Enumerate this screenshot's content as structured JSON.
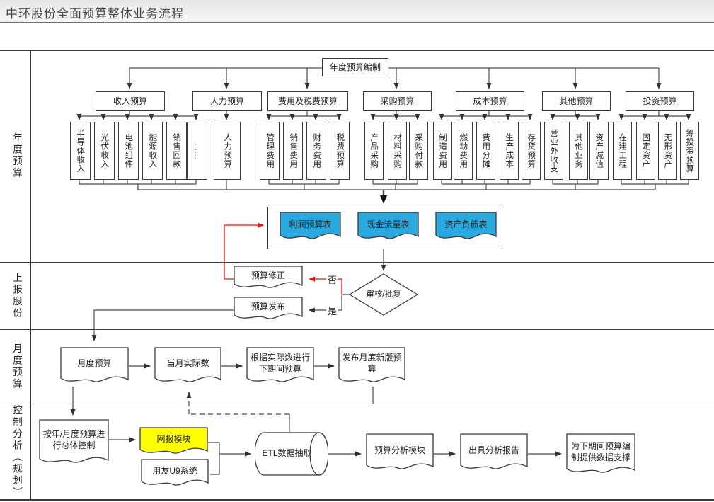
{
  "title": "中环股份全面预算整体业务流程",
  "colors": {
    "statement_blue": "#29a9e0",
    "highlight_yellow": "#ffff00",
    "feedback_red": "#ee1208",
    "line_dark": "#4a4a4a"
  },
  "lanes": [
    {
      "label": "年度预算"
    },
    {
      "label": "上报股份"
    },
    {
      "label": "月度预算"
    },
    {
      "label": "控制分析（规划）"
    }
  ],
  "annual": {
    "root": "年度预算编制",
    "groups": [
      {
        "label": "收入预算",
        "items": [
          "半导体收入",
          "光伏收入",
          "电池组件",
          "能源收入",
          "销售回款",
          "……"
        ]
      },
      {
        "label": "人力预算",
        "items": [
          "人力预算"
        ]
      },
      {
        "label": "费用及税费预算",
        "items": [
          "管理费用",
          "销售费用",
          "财务费用",
          "税费预算"
        ]
      },
      {
        "label": "采购预算",
        "items": [
          "产品采购",
          "材料采购",
          "采购付款"
        ]
      },
      {
        "label": "成本预算",
        "items": [
          "制造费用",
          "燃动费用",
          "费用分摊",
          "生产成本",
          "存货预算"
        ]
      },
      {
        "label": "其他预算",
        "items": [
          "营业外收支",
          "其他业务",
          "资产减值"
        ]
      },
      {
        "label": "投资预算",
        "items": [
          "在建工程",
          "固定资产",
          "无形资产",
          "筹投资预算"
        ]
      }
    ],
    "statements": [
      "利润预算表",
      "现金流量表",
      "资产负债表"
    ]
  },
  "report": {
    "revise": "预算修正",
    "publish": "预算发布",
    "decision": "审核/批复",
    "no_label": "否",
    "yes_label": "是"
  },
  "monthly": {
    "steps": [
      "月度预算",
      "当月实际数",
      "根据实际数进行下期间预算",
      "发布月度新版预算"
    ]
  },
  "control": {
    "steps": [
      "按年/月度预算进行总体控制",
      "网报模块",
      "用友U9系统",
      "ETL数据抽取",
      "预算分析模块",
      "出具分析报告",
      "为下期间预算编制提供数据支撑"
    ]
  }
}
